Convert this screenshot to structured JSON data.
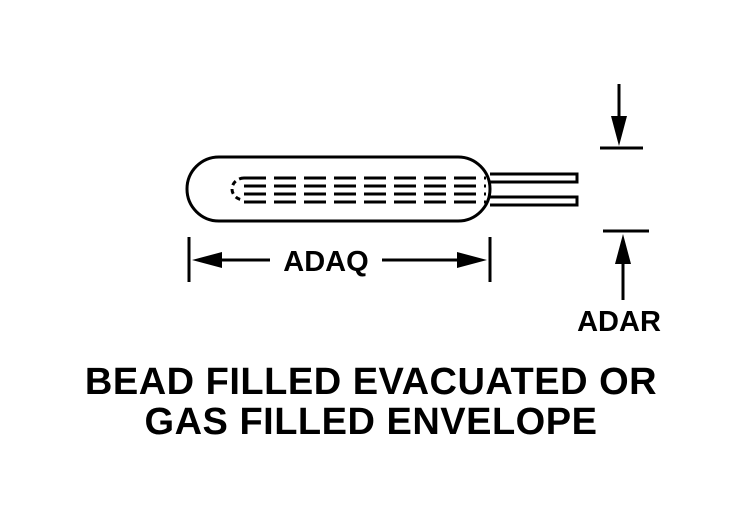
{
  "diagram": {
    "dimension_length_label": "ADAQ",
    "dimension_diameter_label": "ADAR",
    "caption_line_1": "BEAD FILLED EVACUATED OR",
    "caption_line_2": "GAS FILLED ENVELOPE"
  },
  "colors": {
    "line": "#000000",
    "background": "#ffffff"
  }
}
